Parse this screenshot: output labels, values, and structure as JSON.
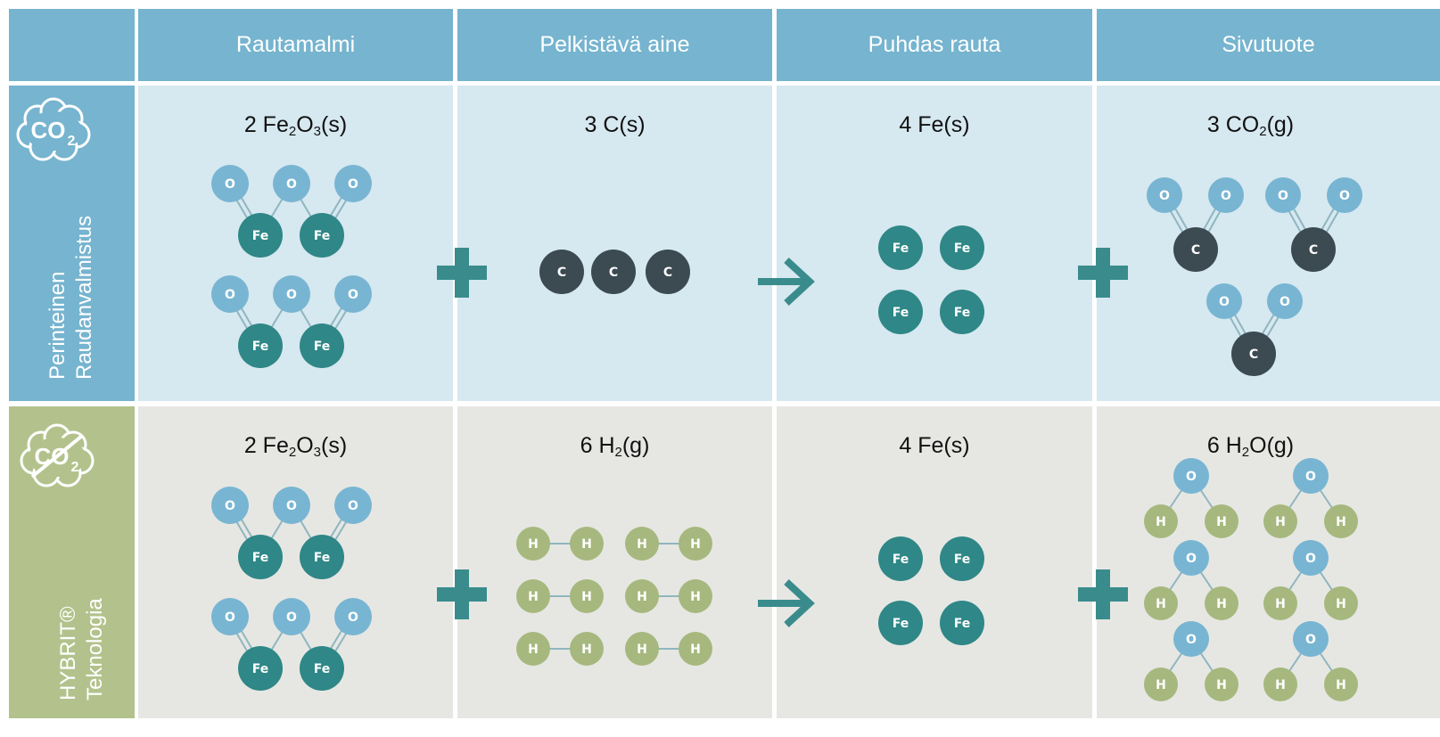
{
  "headers": [
    "Rautamalmi",
    "Pelkistävä aine",
    "Puhdas rauta",
    "Sivutuote"
  ],
  "rows": [
    {
      "label_line1": "Perinteinen",
      "label_line2": "Raudanvalmistus",
      "icon": "co2-cloud-icon",
      "formulas": [
        {
          "pre": "2 Fe",
          "sub1": "2",
          "mid": "O",
          "sub2": "3",
          "post": "(s)"
        },
        {
          "pre": "3 C(s)",
          "sub1": "",
          "mid": "",
          "sub2": "",
          "post": ""
        },
        {
          "pre": "4 Fe(s)",
          "sub1": "",
          "mid": "",
          "sub2": "",
          "post": ""
        },
        {
          "pre": "3 CO",
          "sub1": "2",
          "mid": "(g)",
          "sub2": "",
          "post": ""
        }
      ]
    },
    {
      "label_line1": "HYBRIT®",
      "label_line2": "Teknologia",
      "icon": "co2-crossed-cloud-icon",
      "formulas": [
        {
          "pre": "2 Fe",
          "sub1": "2",
          "mid": "O",
          "sub2": "3",
          "post": "(s)"
        },
        {
          "pre": "6 H",
          "sub1": "2",
          "mid": "(g)",
          "sub2": "",
          "post": ""
        },
        {
          "pre": "4 Fe(s)",
          "sub1": "",
          "mid": "",
          "sub2": "",
          "post": ""
        },
        {
          "pre": "6 H",
          "sub1": "2",
          "mid": "O(g)",
          "sub2": "",
          "post": ""
        }
      ]
    }
  ],
  "icon_text": {
    "co2": "CO",
    "co2_sub": "2"
  },
  "atoms": {
    "O": "O",
    "Fe": "Fe",
    "C": "C",
    "H": "H"
  },
  "symbols": {
    "plus": "plus-icon",
    "arrow": "arrow-right-icon"
  },
  "colors": {
    "header": "#76b4cf",
    "row1_bg": "#d6e8f0",
    "row2_bg": "#e6e7e3",
    "row2_side": "#b3c28c",
    "oxygen": "#78b5d2",
    "iron": "#2f8787",
    "carbon": "#3c4a52",
    "hydrogen": "#a6b87e",
    "operator": "#3a8c8c"
  }
}
